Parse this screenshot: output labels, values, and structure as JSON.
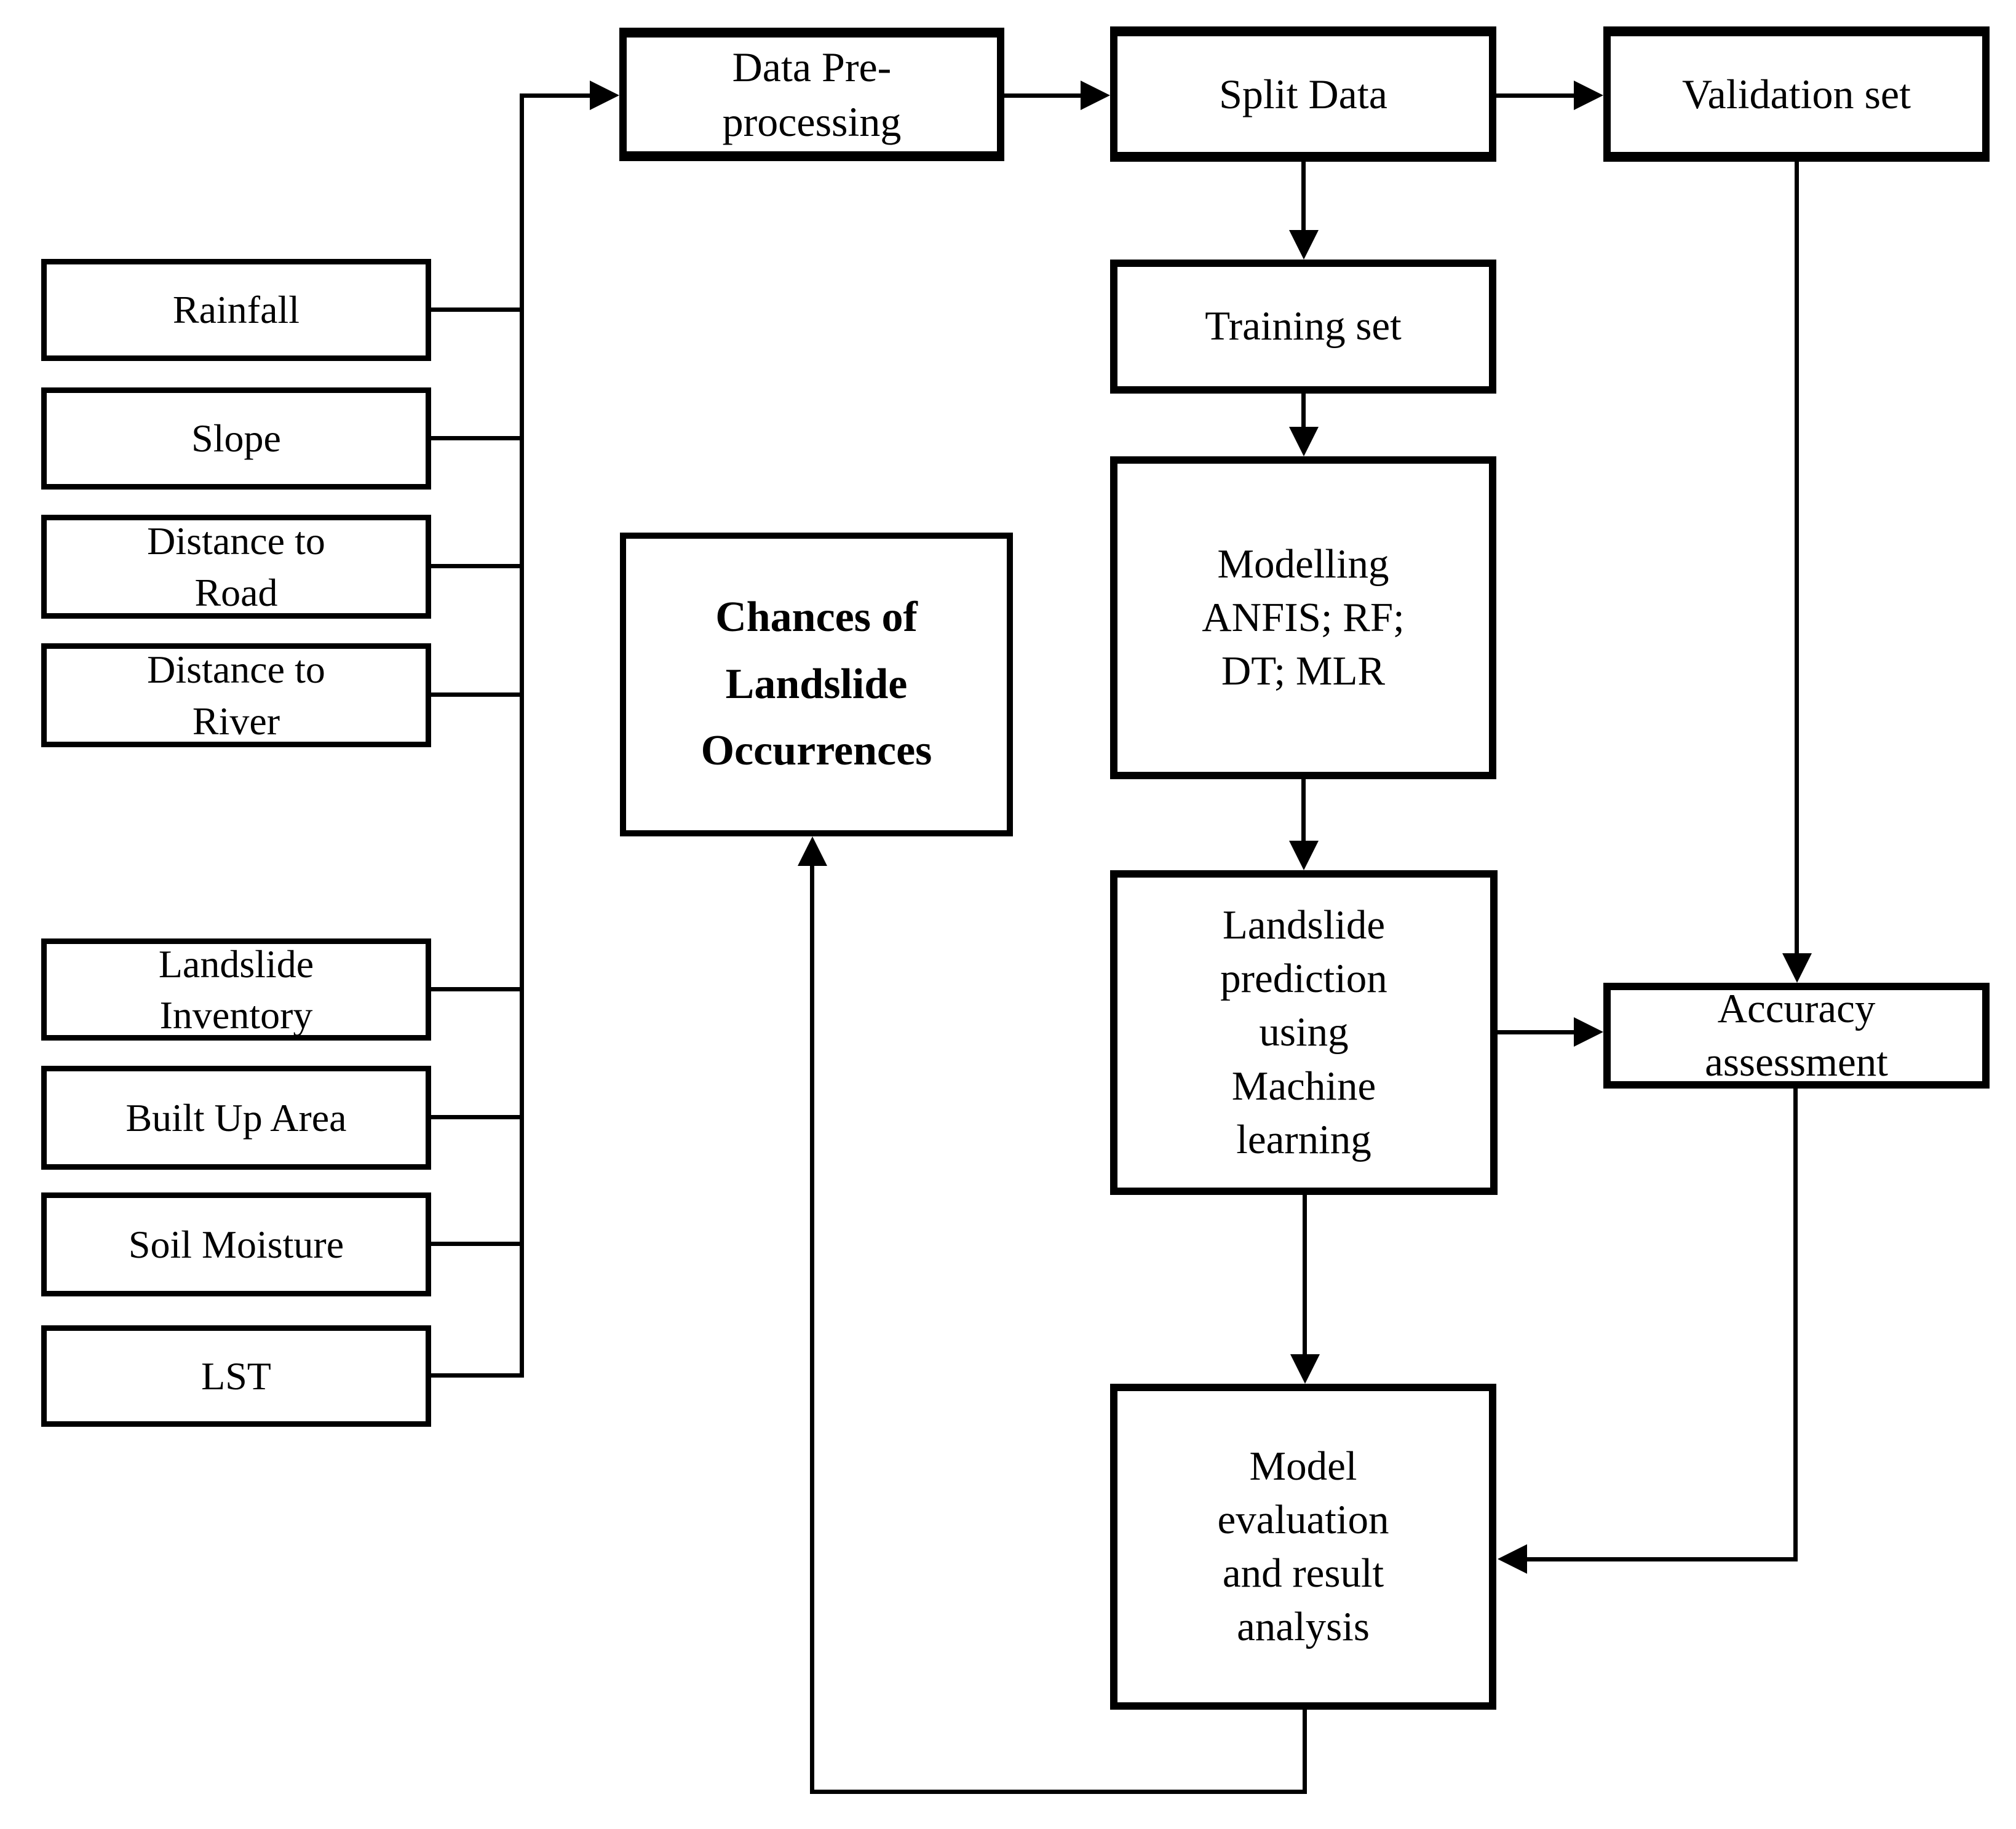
{
  "colors": {
    "ink": "#000000",
    "background": "#ffffff"
  },
  "nodes": {
    "rainfall": {
      "label": "Rainfall"
    },
    "slope": {
      "label": "Slope"
    },
    "distance_road": {
      "label": "Distance to\nRoad"
    },
    "distance_river": {
      "label": "Distance to\nRiver"
    },
    "landslide_inventory": {
      "label": "Landslide\nInventory"
    },
    "built_up_area": {
      "label": "Built Up Area"
    },
    "soil_moisture": {
      "label": "Soil Moisture"
    },
    "lst": {
      "label": "LST"
    },
    "data_preprocessing": {
      "label": "Data Pre-\nprocessing"
    },
    "split_data": {
      "label": "Split Data"
    },
    "validation_set": {
      "label": "Validation set"
    },
    "training_set": {
      "label": "Training set"
    },
    "modelling": {
      "label": "Modelling\nANFIS; RF;\nDT; MLR"
    },
    "prediction": {
      "label": "Landslide\nprediction\nusing\nMachine\nlearning"
    },
    "accuracy": {
      "label": "Accuracy\nassessment"
    },
    "model_evaluation": {
      "label": "Model\nevaluation\nand result\nanalysis"
    },
    "chances": {
      "label": "Chances of\nLandslide\nOccurrences"
    }
  }
}
